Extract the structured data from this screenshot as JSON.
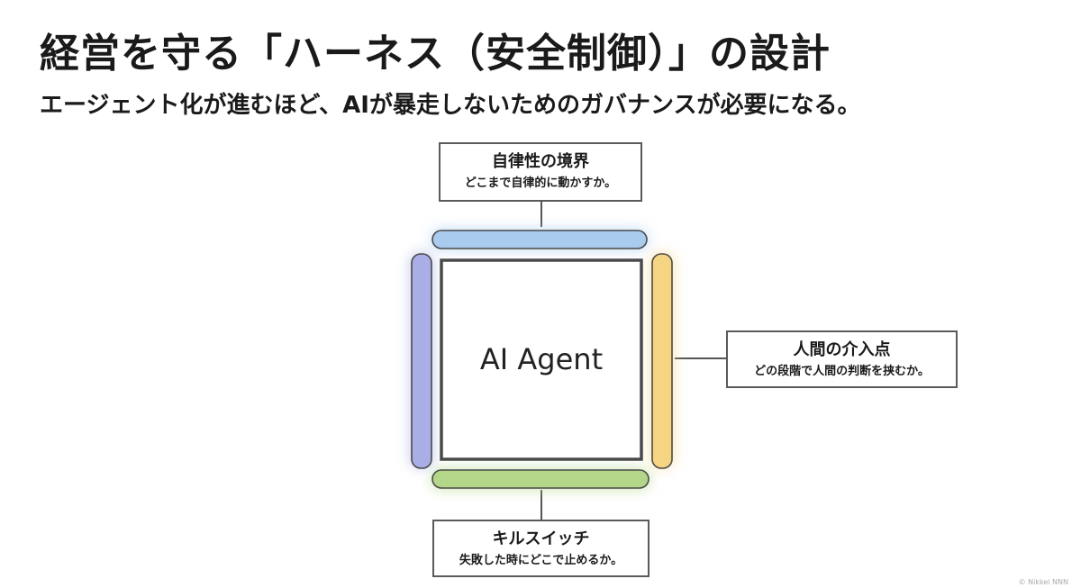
{
  "header": {
    "title": "経営を守る「ハーネス（安全制御）」の設計",
    "subtitle": "エージェント化が進むほど、AIが暴走しないためのガバナンスが必要になる。"
  },
  "diagram": {
    "center_label": "AI Agent",
    "boxes": {
      "top": {
        "title": "自律性の境界",
        "desc": "どこまで自律的に動かすか。"
      },
      "right": {
        "title": "人間の介入点",
        "desc": "どの段階で人間の判断を挟むか。"
      },
      "bottom": {
        "title": "キルスイッチ",
        "desc": "失敗した時にどこで止めるか。"
      }
    },
    "colors": {
      "top_bar": "#9cc4ea",
      "right_bar": "#f4cf73",
      "bottom_bar": "#a9d178",
      "left_bar": "#9fa4e0",
      "frame": "#4a4a4a",
      "connector": "#555555"
    }
  },
  "footer": {
    "watermark": "© Nikkei NNN"
  }
}
